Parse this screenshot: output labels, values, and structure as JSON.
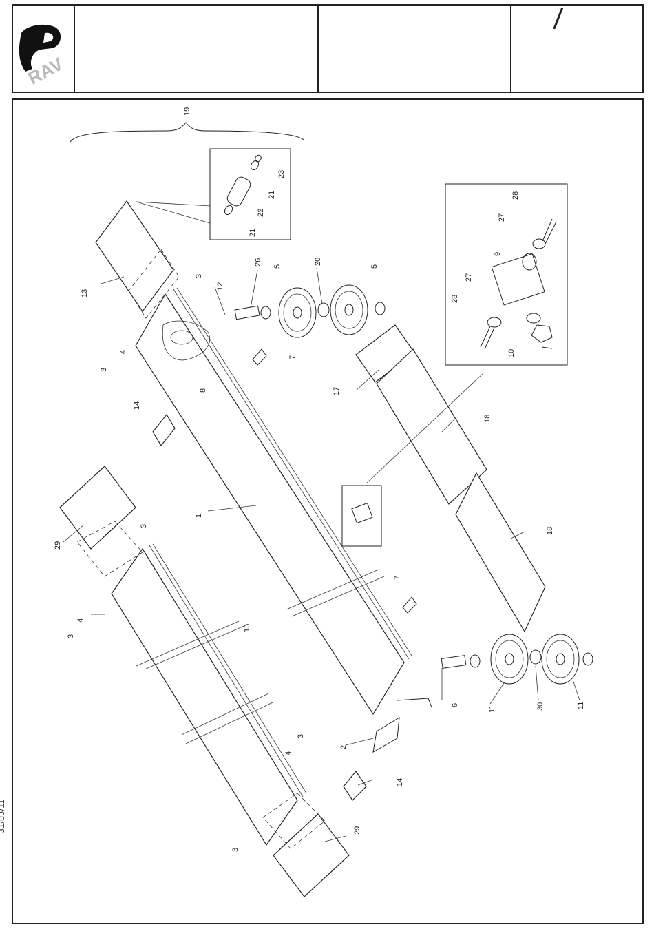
{
  "header": {
    "logo_text": "RAV",
    "page_indicator": "/"
  },
  "footer": {
    "date": "31/03/11"
  },
  "callouts": {
    "p1": "1",
    "p2": "2",
    "p3a": "3",
    "p3b": "3",
    "p3c": "3",
    "p3d": "3",
    "p3e": "3",
    "p3f": "3",
    "p4a": "4",
    "p4b": "4",
    "p4c": "4",
    "p5a": "5",
    "p5b": "5",
    "p6": "6",
    "p7a": "7",
    "p7b": "7",
    "p8": "8",
    "p9": "9",
    "p10": "10",
    "p11a": "11",
    "p11b": "11",
    "p12": "12",
    "p13": "13",
    "p14a": "14",
    "p14b": "14",
    "p15": "15",
    "p17": "17",
    "p18a": "18",
    "p18b": "18",
    "p19": "19",
    "p20": "20",
    "p21a": "21",
    "p21b": "21",
    "p22": "22",
    "p23": "23",
    "p26": "26",
    "p27a": "27",
    "p27b": "27",
    "p28a": "28",
    "p28b": "28",
    "p29a": "29",
    "p29b": "29",
    "p30": "30"
  }
}
